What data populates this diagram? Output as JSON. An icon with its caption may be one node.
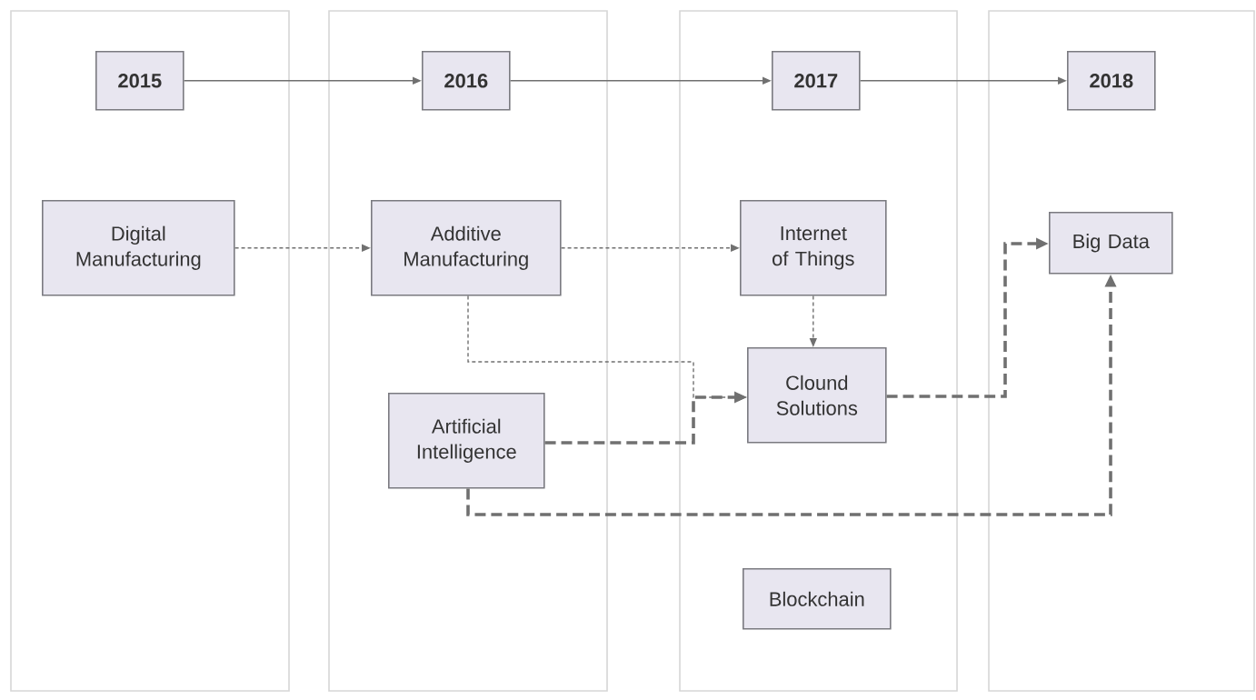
{
  "diagram": {
    "nodes": [
      {
        "text": [],
        "shape": "band"
      },
      {
        "text": [
          "2015"
        ],
        "in": 0
      },
      {
        "text": [
          "Digital Manufacturing"
        ],
        "in": 0
      },
      {
        "text": [],
        "shape": "band"
      },
      {
        "text": [
          "2016"
        ],
        "in": 3
      },
      {
        "text": [
          "Additive Manufacturing"
        ],
        "in": 3
      },
      {
        "text": [
          "Artificial Intelligence"
        ],
        "in": 3
      },
      {
        "text": [],
        "shape": "band"
      },
      {
        "text": [
          "2017"
        ],
        "in": 7
      },
      {
        "text": [
          "Internet of Things"
        ],
        "in": 7
      },
      {
        "text": [
          "Clound Solutions"
        ],
        "in": 7
      },
      {
        "text": [
          "Blockchain"
        ],
        "in": 7
      },
      {
        "text": [],
        "shape": "band"
      },
      {
        "text": [
          "2018"
        ],
        "in": 12
      },
      {
        "text": [
          "Big Data"
        ],
        "in": 12
      }
    ],
    "edges": [
      {
        "from": 1,
        "to": 4,
        "arrow": "to"
      },
      {
        "from": 4,
        "to": 8,
        "arrow": "to"
      },
      {
        "from": 8,
        "to": 13,
        "arrow": "to"
      },
      {
        "from": 2,
        "to": 5,
        "arrow": "to",
        "style": "dashed"
      },
      {
        "from": 5,
        "to": 9,
        "arrow": "to",
        "style": "dashed"
      },
      {
        "from": 9,
        "to": 10,
        "arrow": "to",
        "style": "dashed"
      },
      {
        "from": 5,
        "to": 10,
        "arrow": "to",
        "style": "dashed"
      },
      {
        "from": 6,
        "to": 10,
        "arrow": "to",
        "style": "dashed"
      },
      {
        "from": 10,
        "to": 14,
        "arrow": "to",
        "style": "dashed"
      },
      {
        "from": 6,
        "to": 14,
        "arrow": "to",
        "style": "dashed"
      }
    ]
  }
}
